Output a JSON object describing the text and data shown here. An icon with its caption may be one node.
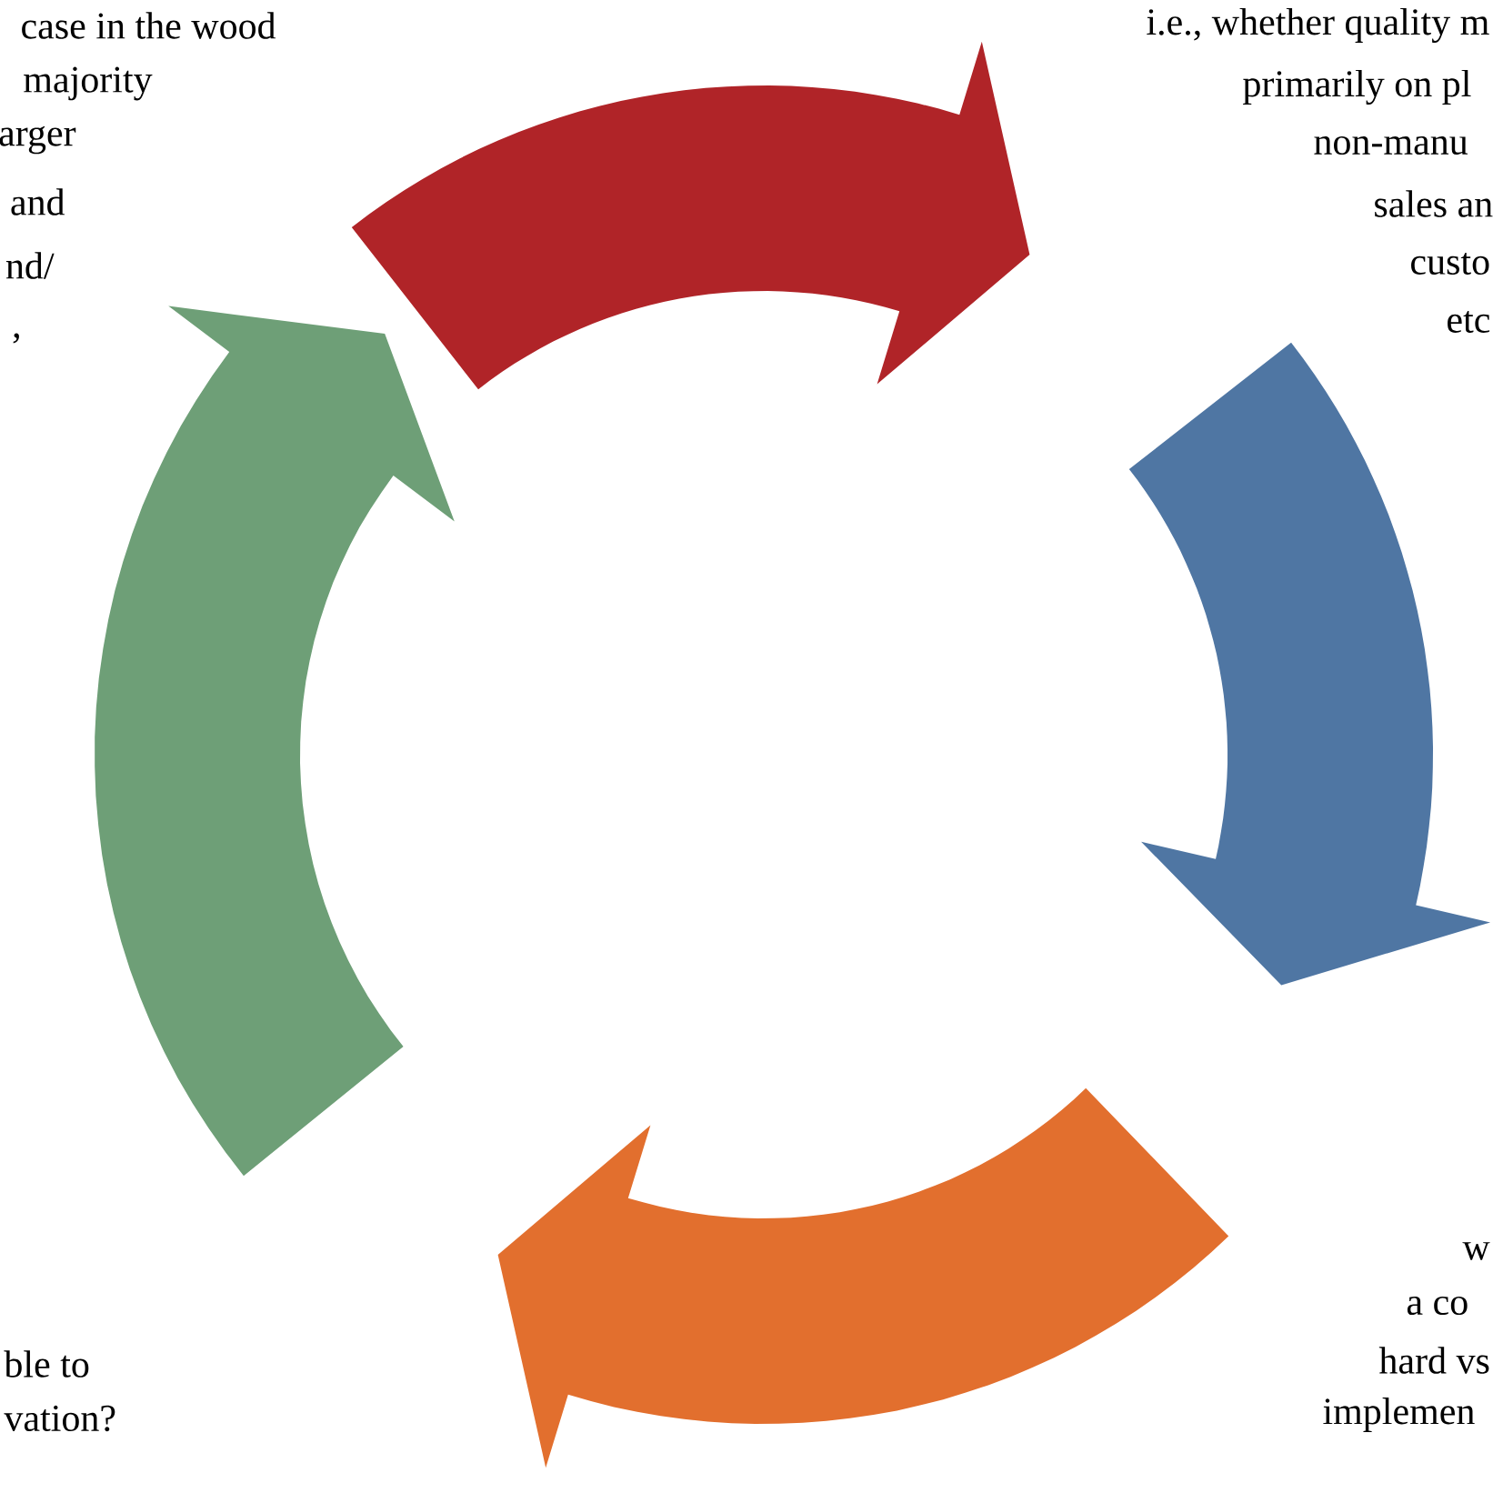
{
  "diagram": {
    "labels": [
      "case in the wood",
      "majority",
      "arger",
      "and",
      "nd/",
      ",",
      "i.e., whether quality m",
      "primarily on pl",
      "non-manu",
      "sales an",
      "custo",
      "etc",
      "w",
      "a co",
      "hard vs",
      "implemen",
      "ble to",
      "vation?"
    ]
  }
}
